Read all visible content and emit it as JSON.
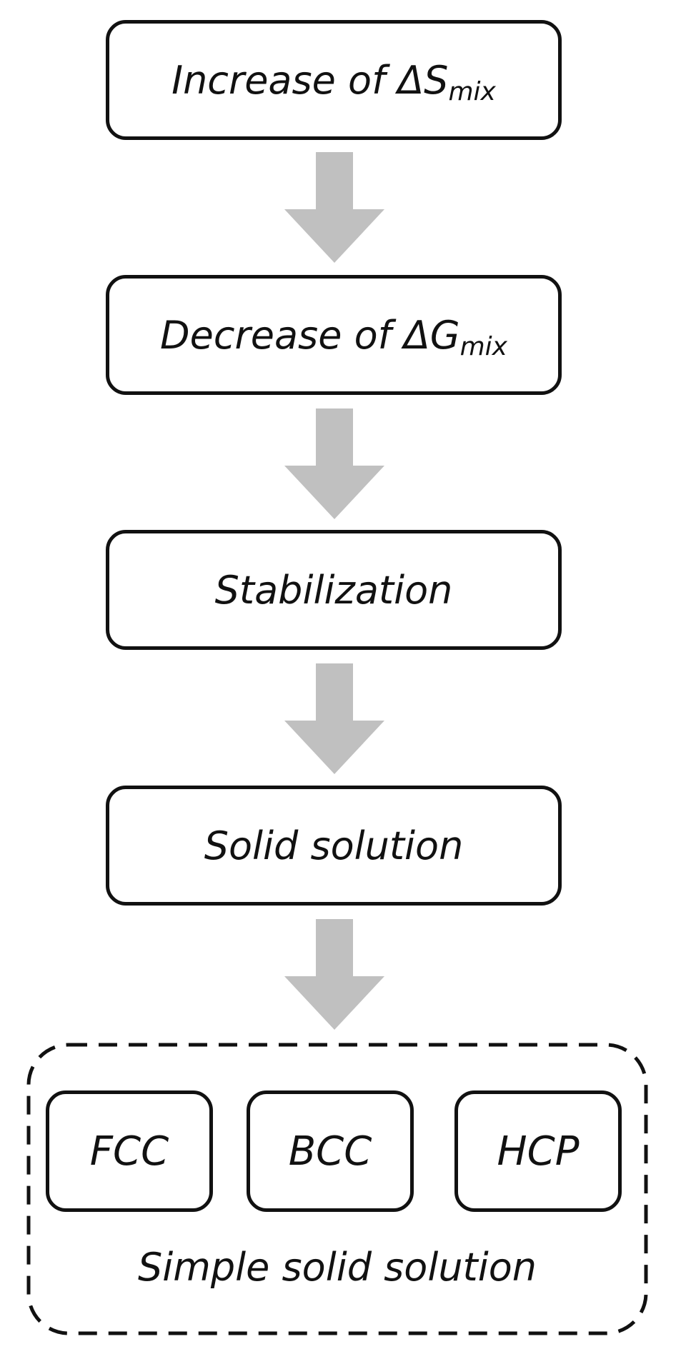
{
  "steps": [
    {
      "prefix": "Increase of ΔS",
      "subscript": "mix"
    },
    {
      "prefix": "Decrease of ΔG",
      "subscript": "mix"
    },
    {
      "prefix": "Stabilization",
      "subscript": ""
    },
    {
      "prefix": "Solid solution",
      "subscript": ""
    }
  ],
  "group": {
    "label": "Simple solid solution",
    "phases": [
      "FCC",
      "BCC",
      "HCP"
    ]
  },
  "colors": {
    "arrow": "#c0c0c0",
    "border": "#111111",
    "text": "#111111"
  }
}
